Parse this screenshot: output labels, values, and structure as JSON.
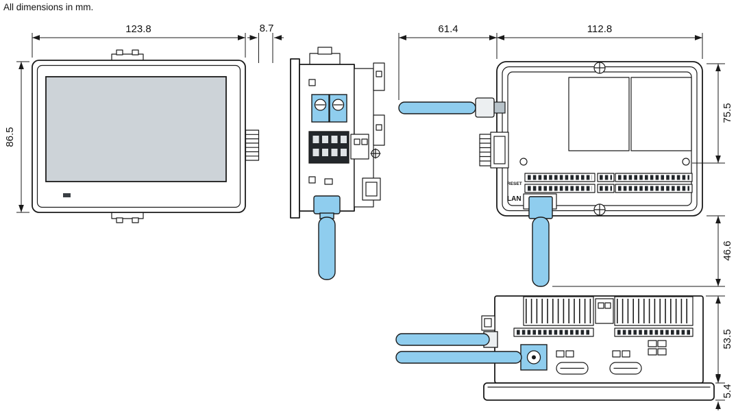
{
  "note": "All dimensions in mm.",
  "dimensions": {
    "front_width": "123.8",
    "front_flange_depth": "8.7",
    "front_height": "86.5",
    "side_cable_clearance": "61.4",
    "body_width": "112.8",
    "rear_upper_height": "75.5",
    "bottom_cable_clearance": "46.6",
    "body_depth": "53.5",
    "flange_thickness": "5.4"
  },
  "port_labels": {
    "reset": "RESET",
    "lan": "LAN"
  },
  "colors": {
    "outline": "#1A1A1A",
    "cable_fill": "#8FCDEE",
    "screen_fill": "#CDD3D8"
  }
}
